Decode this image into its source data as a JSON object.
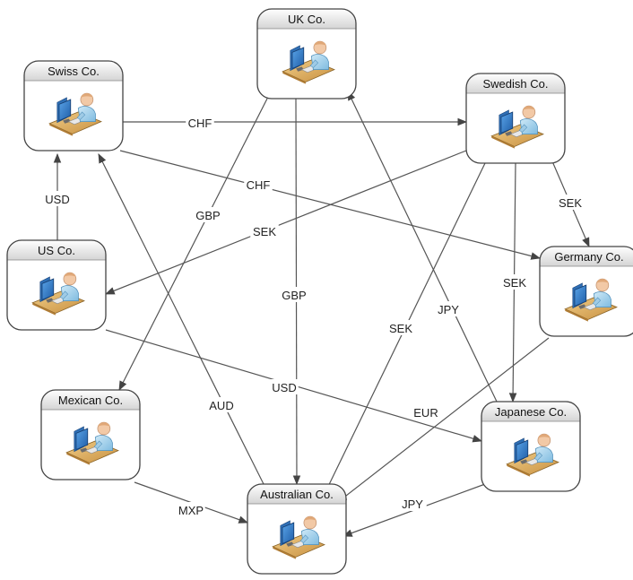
{
  "nodes": [
    {
      "id": "uk",
      "label": "UK Co."
    },
    {
      "id": "swiss",
      "label": "Swiss Co."
    },
    {
      "id": "swedish",
      "label": "Swedish Co."
    },
    {
      "id": "us",
      "label": "US Co."
    },
    {
      "id": "germany",
      "label": "Germany Co."
    },
    {
      "id": "mexican",
      "label": "Mexican Co."
    },
    {
      "id": "japanese",
      "label": "Japanese Co."
    },
    {
      "id": "australian",
      "label": "Australian Co."
    }
  ],
  "edges": [
    {
      "from": "swiss",
      "to": "swedish",
      "label": "CHF"
    },
    {
      "from": "swiss",
      "to": "germany",
      "label": "CHF"
    },
    {
      "from": "us",
      "to": "swiss",
      "label": "USD"
    },
    {
      "from": "us",
      "to": "japanese",
      "label": "USD"
    },
    {
      "from": "uk",
      "to": "mexican",
      "label": "GBP"
    },
    {
      "from": "uk",
      "to": "australian",
      "label": "GBP"
    },
    {
      "from": "swedish",
      "to": "us",
      "label": "SEK"
    },
    {
      "from": "swedish",
      "to": "germany",
      "label": "SEK"
    },
    {
      "from": "swedish",
      "to": "australian",
      "label": "SEK"
    },
    {
      "from": "swedish",
      "to": "japanese",
      "label": "SEK"
    },
    {
      "from": "japanese",
      "to": "uk",
      "label": "JPY"
    },
    {
      "from": "japanese",
      "to": "australian",
      "label": "JPY"
    },
    {
      "from": "australian",
      "to": "swiss",
      "label": "AUD"
    },
    {
      "from": "germany",
      "to": "australian",
      "label": "EUR"
    },
    {
      "from": "mexican",
      "to": "australian",
      "label": "MXP"
    }
  ],
  "colors": {
    "edge": "#555555",
    "node_border": "#444444",
    "title_bar_top": "#ffffff",
    "title_bar_bottom": "#d4d4d4",
    "person_shirt": "#a9d4ec",
    "person_skin": "#f2c9a6",
    "monitor": "#2f78c8",
    "desk": "#d8a85a"
  },
  "node_icon": "person-at-computer-icon"
}
